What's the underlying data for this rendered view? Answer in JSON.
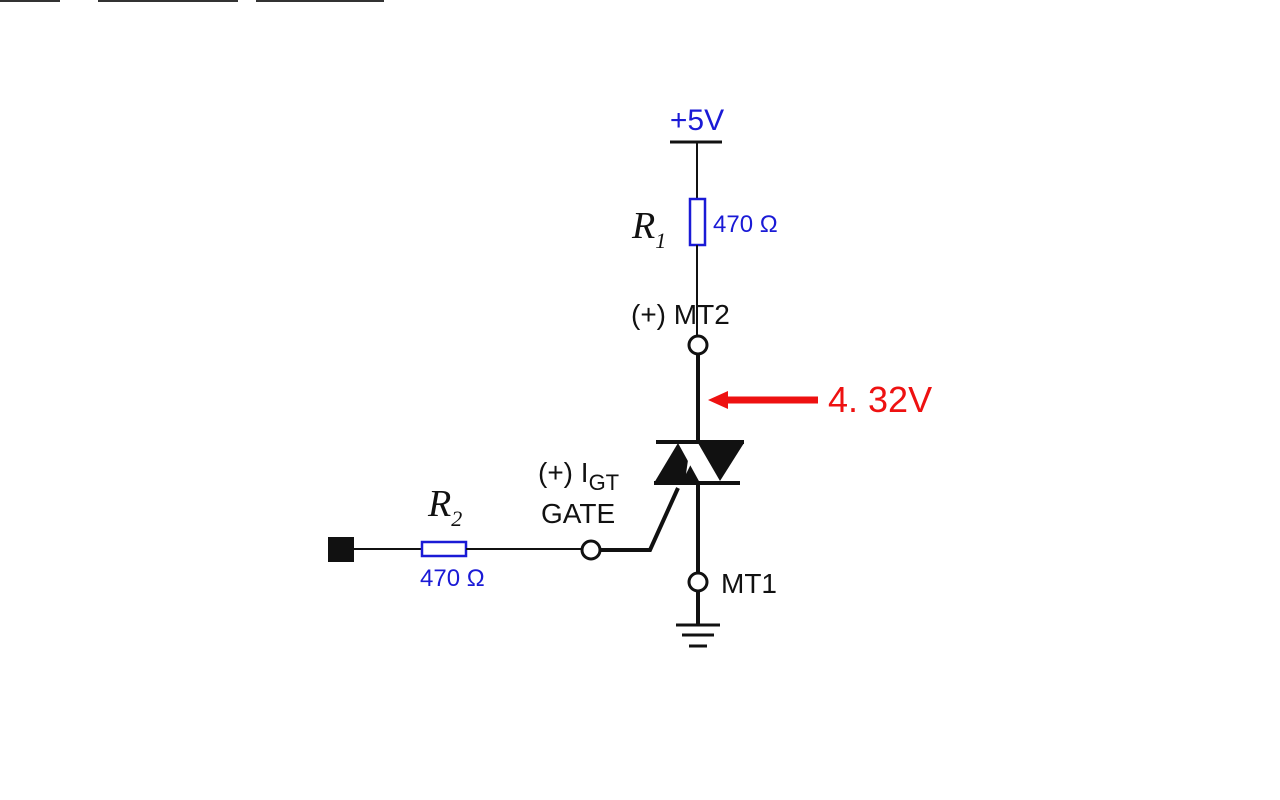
{
  "colors": {
    "wire": "#111111",
    "annotation_blue": "#1a1ad6",
    "highlight_red": "#ee1111",
    "background": "#ffffff"
  },
  "supply": {
    "label": "+5V"
  },
  "r1": {
    "name": "R",
    "subscript": "1",
    "value": "470 Ω"
  },
  "r2": {
    "name": "R",
    "subscript": "2",
    "value": "470 Ω"
  },
  "mt2": {
    "label": "(+) MT2"
  },
  "measurement": {
    "value": "4. 32V",
    "arrow_icon": "arrow-left-icon"
  },
  "gate": {
    "label_prefix": "(+) I",
    "label_sub": "GT",
    "label": "GATE"
  },
  "mt1": {
    "label": "MT1"
  },
  "symbols": {
    "triac": "triac-icon",
    "ground": "ground-icon",
    "input_terminal": "square-terminal-icon",
    "resistor": "resistor-icon",
    "terminal": "open-circle-terminal-icon"
  }
}
